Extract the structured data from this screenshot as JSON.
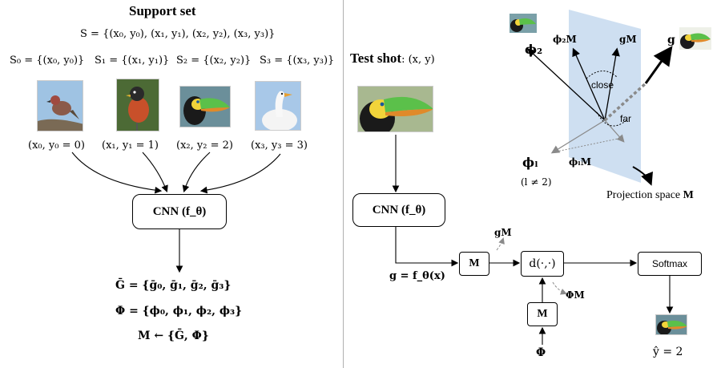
{
  "left": {
    "title": "Support set",
    "support_eq": "S = {(x₀, y₀), (x₁, y₁), (x₂, y₂), (x₃, y₃)}",
    "subsets": [
      "S₀ = {(x₀, y₀)}",
      "S₁ = {(x₁, y₁)}",
      "S₂ = {(x₂, y₂)}",
      "S₃ = {(x₃, y₃)}"
    ],
    "image_captions": [
      "(x₀, y₀ = 0)",
      "(x₁, y₁ = 1)",
      "(x₂, y₂ = 2)",
      "(x₃, y₃ = 3)"
    ],
    "cnn_label": "CNN (f_θ)",
    "g_bar_eq": "Ḡ = {ḡ₀, ḡ₁, ḡ₂, ḡ₃}",
    "phi_eq": "Φ = {ϕ₀, ϕ₁, ϕ₂, ϕ₃}",
    "m_eq": "M ← {Ḡ, Φ}"
  },
  "right": {
    "test_shot_label": "Test shot",
    "test_shot_pair": ": (x, y)",
    "cnn_label": "CNN (f_θ)",
    "g_eq": "g = f_θ(x)",
    "m_box": "M",
    "m_box2": "M",
    "distance_box": "d(·,·)",
    "softmax_box": "Softmax",
    "gM_label": "gM",
    "phiM_label": "ΦM",
    "phi_input": "Φ",
    "prediction": "ŷ = 2"
  },
  "projection": {
    "phi2": "ϕ₂",
    "phi2M": "ϕ₂M",
    "gM": "gM",
    "g": "g",
    "close": "close",
    "far": "far",
    "phil": "ϕₗ",
    "philM": "ϕₗM",
    "l_neq": "(l ≠ 2)",
    "space_label": "Projection space ",
    "space_M": "M"
  },
  "colors": {
    "plane": "#c9dcef",
    "gray_arrow": "#8a8a8a",
    "divider": "#b0b0b0"
  }
}
